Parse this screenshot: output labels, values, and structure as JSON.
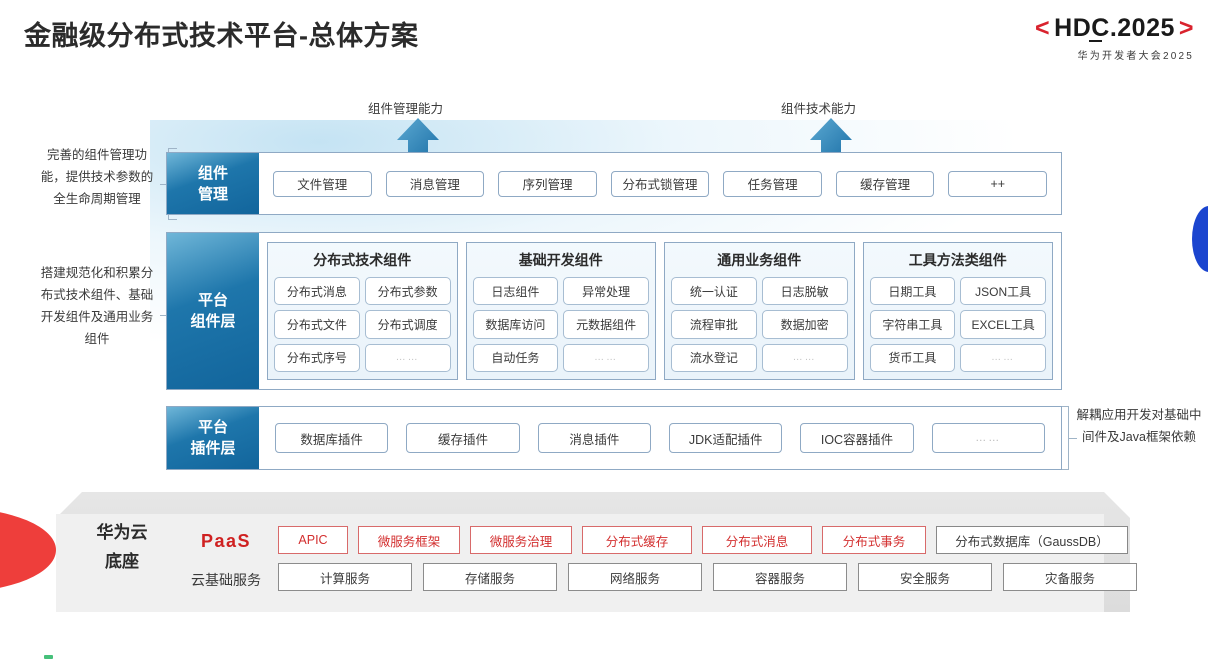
{
  "header": {
    "title": "金融级分布式技术平台-总体方案",
    "logo_bracket_left": "<",
    "logo_bracket_right": ">",
    "logo_text": "HDC.2025",
    "logo_subtitle": "华为开发者大会2025"
  },
  "arrows": [
    {
      "label": "组件管理能力",
      "icon": "arrow-up-icon"
    },
    {
      "label": "组件技术能力",
      "icon": "arrow-up-icon"
    }
  ],
  "side_notes": {
    "left": [
      "完善的组件管理功能，提供技术参数的全生命周期管理",
      "搭建规范化和积累分布式技术组件、基础开发组件及通用业务组件"
    ],
    "right": [
      "解耦应用开发对基础中间件及Java框架依赖"
    ]
  },
  "layers": [
    {
      "id": "component-management",
      "label_line1": "组件",
      "label_line2": "管理",
      "items": [
        "文件管理",
        "消息管理",
        "序列管理",
        "分布式锁管理",
        "任务管理",
        "缓存管理",
        "++"
      ]
    },
    {
      "id": "platform-component",
      "label_line1": "平台",
      "label_line2": "组件层",
      "groups": [
        {
          "title": "分布式技术组件",
          "cells": [
            "分布式消息",
            "分布式参数",
            "分布式文件",
            "分布式调度",
            "分布式序号",
            "……"
          ]
        },
        {
          "title": "基础开发组件",
          "cells": [
            "日志组件",
            "异常处理",
            "数据库访问",
            "元数据组件",
            "自动任务",
            "……"
          ]
        },
        {
          "title": "通用业务组件",
          "cells": [
            "统一认证",
            "日志脱敏",
            "流程审批",
            "数据加密",
            "流水登记",
            "……"
          ]
        },
        {
          "title": "工具方法类组件",
          "cells": [
            "日期工具",
            "JSON工具",
            "字符串工具",
            "EXCEL工具",
            "货币工具",
            "……"
          ]
        }
      ]
    },
    {
      "id": "platform-plugin",
      "label_line1": "平台",
      "label_line2": "插件层",
      "items": [
        "数据库插件",
        "缓存插件",
        "消息插件",
        "JDK适配插件",
        "IOC容器插件",
        "……"
      ]
    }
  ],
  "base": {
    "title_line1": "华为云",
    "title_line2": "底座",
    "rows": [
      {
        "category": "PaaS",
        "category_style": "paas",
        "items": [
          {
            "label": "APIC",
            "style": "red",
            "width": 70
          },
          {
            "label": "微服务框架",
            "style": "red",
            "width": 102
          },
          {
            "label": "微服务治理",
            "style": "red",
            "width": 102
          },
          {
            "label": "分布式缓存",
            "style": "red",
            "width": 110
          },
          {
            "label": "分布式消息",
            "style": "red",
            "width": 110
          },
          {
            "label": "分布式事务",
            "style": "red",
            "width": 104
          },
          {
            "label": "分布式数据库（GaussDB）",
            "style": "neutral",
            "width": 190
          }
        ]
      },
      {
        "category": "云基础服务",
        "category_style": "cloud",
        "items": [
          {
            "label": "计算服务",
            "style": "grey",
            "width": 135
          },
          {
            "label": "存储服务",
            "style": "grey",
            "width": 135
          },
          {
            "label": "网络服务",
            "style": "grey",
            "width": 135
          },
          {
            "label": "容器服务",
            "style": "grey",
            "width": 135
          },
          {
            "label": "安全服务",
            "style": "grey",
            "width": 135
          },
          {
            "label": "灾备服务",
            "style": "grey",
            "width": 135
          }
        ]
      }
    ]
  },
  "colors": {
    "accent_blue": "#12659c",
    "accent_red": "#d9232e",
    "paas_red": "#cf2121",
    "border_blue": "#8fa9c4",
    "base_grey": "#f0f0f0",
    "blob_blue": "#1b45cf",
    "wedge_red": "#ee3e3b"
  }
}
